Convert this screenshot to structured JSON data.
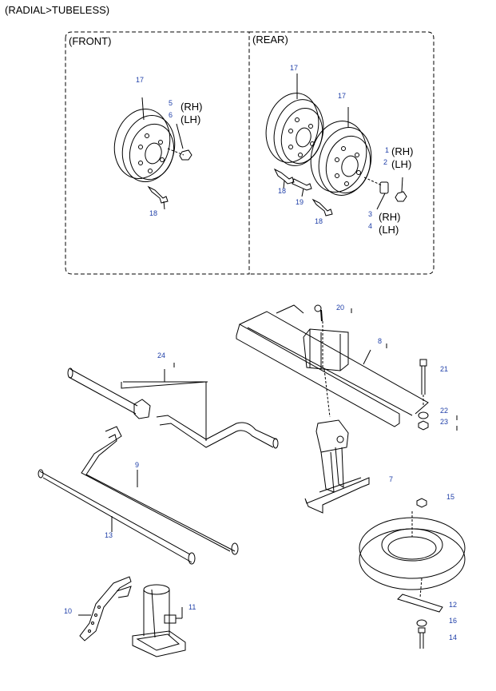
{
  "header": {
    "title": "(RADIAL>TUBELESS)"
  },
  "front_box": {
    "title": "(FRONT)"
  },
  "rear_box": {
    "title": "(REAR)"
  },
  "side_labels": [
    {
      "id": "front-5-6",
      "text": "(RH)\n(LH)"
    },
    {
      "id": "rear-1-2",
      "text": "(RH)\n(LH)"
    },
    {
      "id": "rear-3-4",
      "text": "(RH)\n(LH)"
    }
  ],
  "callouts": [
    {
      "id": "front-17",
      "text": "17"
    },
    {
      "id": "front-5",
      "text": "5"
    },
    {
      "id": "front-6",
      "text": "6"
    },
    {
      "id": "front-18",
      "text": "18"
    },
    {
      "id": "rear-17a",
      "text": "17"
    },
    {
      "id": "rear-17b",
      "text": "17"
    },
    {
      "id": "rear-1",
      "text": "1"
    },
    {
      "id": "rear-2",
      "text": "2"
    },
    {
      "id": "rear-18a",
      "text": "18"
    },
    {
      "id": "rear-19",
      "text": "19"
    },
    {
      "id": "rear-18b",
      "text": "18"
    },
    {
      "id": "rear-3",
      "text": "3"
    },
    {
      "id": "rear-4",
      "text": "4"
    },
    {
      "id": "c-20",
      "text": "20"
    },
    {
      "id": "c-8",
      "text": "8"
    },
    {
      "id": "c-24",
      "text": "24"
    },
    {
      "id": "c-21",
      "text": "21"
    },
    {
      "id": "c-22",
      "text": "22"
    },
    {
      "id": "c-23",
      "text": "23"
    },
    {
      "id": "c-7",
      "text": "7"
    },
    {
      "id": "c-9",
      "text": "9"
    },
    {
      "id": "c-15",
      "text": "15"
    },
    {
      "id": "c-13",
      "text": "13"
    },
    {
      "id": "c-12",
      "text": "12"
    },
    {
      "id": "c-10",
      "text": "10"
    },
    {
      "id": "c-11",
      "text": "11"
    },
    {
      "id": "c-16",
      "text": "16"
    },
    {
      "id": "c-14",
      "text": "14"
    }
  ],
  "colors": {
    "callout": "#1f3fa8",
    "line": "#000000",
    "background": "#ffffff"
  }
}
